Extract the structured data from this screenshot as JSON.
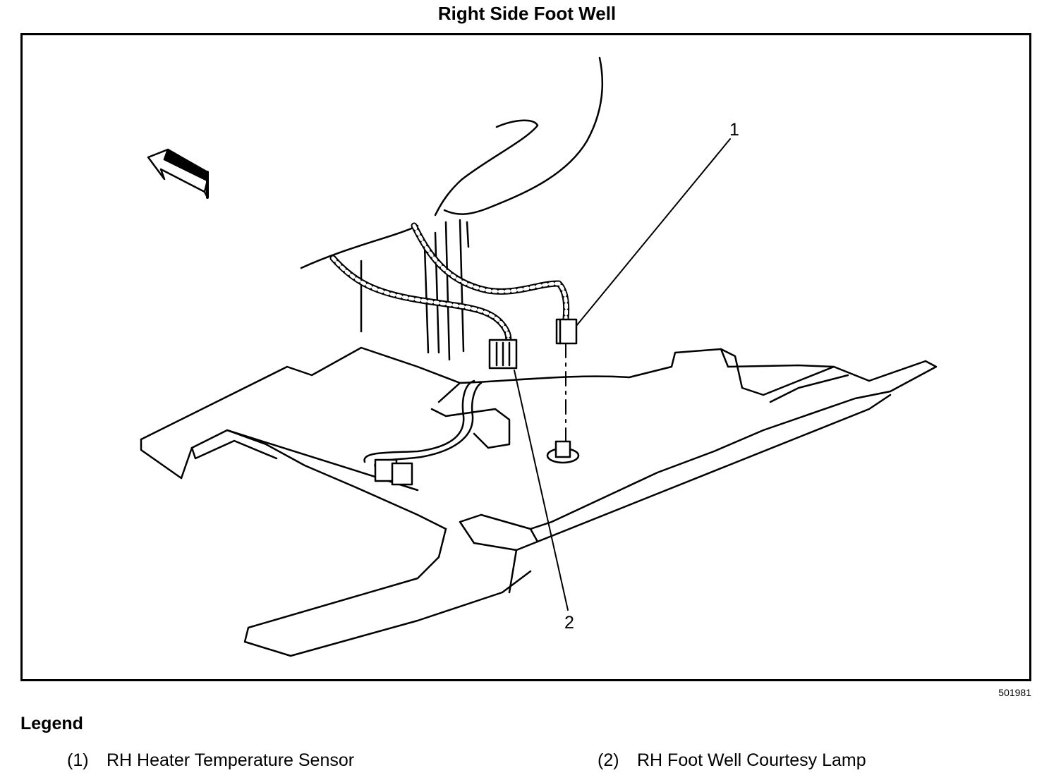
{
  "title": "Right Side Foot Well",
  "figure_id": "501981",
  "callouts": {
    "c1": "1",
    "c2": "2"
  },
  "legend": {
    "heading": "Legend",
    "items": [
      {
        "num": "(1)",
        "label": "RH Heater Temperature Sensor"
      },
      {
        "num": "(2)",
        "label": "RH Foot Well Courtesy Lamp"
      }
    ]
  }
}
